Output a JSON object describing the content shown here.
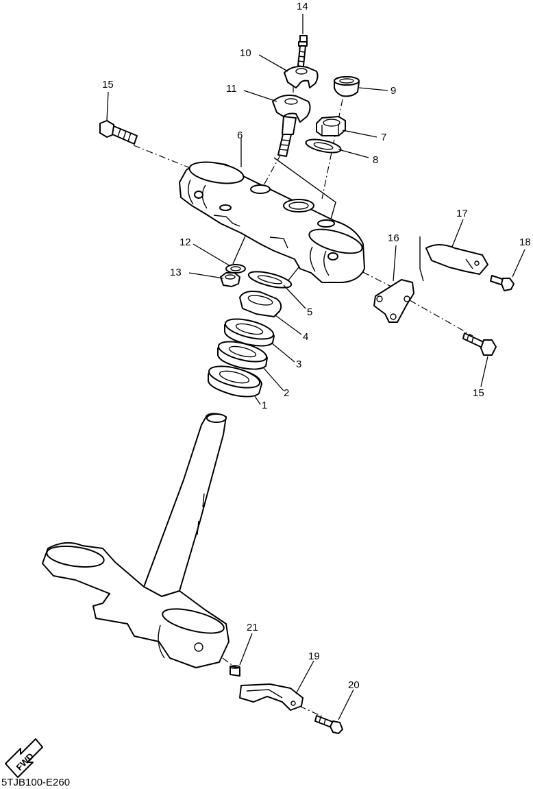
{
  "diagram_code": "5TJB100-E260",
  "fwd_label": "FWD",
  "callouts": {
    "c1": "1",
    "c2": "2",
    "c3": "3",
    "c4": "4",
    "c5": "5",
    "c6": "6",
    "c7": "7",
    "c8": "8",
    "c9": "9",
    "c10": "10",
    "c11": "11",
    "c12": "12",
    "c13": "13",
    "c14": "14",
    "c15a": "15",
    "c15b": "15",
    "c16": "16",
    "c17": "17",
    "c18": "18",
    "c19": "19",
    "c20": "20",
    "c21": "21"
  }
}
